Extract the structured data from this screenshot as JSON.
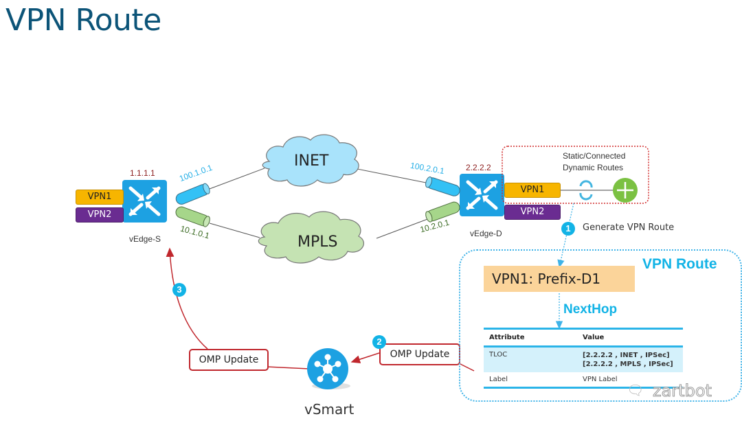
{
  "title": "VPN Route",
  "nodes": {
    "vedge_s": {
      "name": "vEdge-S",
      "system_ip": "1.1.1.1",
      "inet_ip": "100.1.0.1",
      "mpls_ip": "10.1.0.1",
      "vpns": [
        "VPN1",
        "VPN2"
      ]
    },
    "vedge_d": {
      "name": "vEdge-D",
      "system_ip": "2.2.2.2",
      "inet_ip": "100.2.0.1",
      "mpls_ip": "10.2.0.1",
      "vpns": [
        "VPN1",
        "VPN2"
      ]
    },
    "vsmart": {
      "name": "vSmart"
    }
  },
  "clouds": {
    "inet": "INET",
    "mpls": "MPLS"
  },
  "local_routes": {
    "line1": "Static/Connected",
    "line2": "Dynamic Routes"
  },
  "steps": [
    {
      "num": "1",
      "label": "Generate VPN Route"
    },
    {
      "num": "2",
      "label": "OMP Update"
    },
    {
      "num": "3",
      "label": "OMP Update"
    }
  ],
  "route_panel": {
    "title": "VPN Route",
    "prefix": "VPN1: Prefix-D1",
    "nexthop_label": "NextHop",
    "table": {
      "headers": [
        "Attribute",
        "Value"
      ],
      "rows": [
        {
          "attribute": "TLOC",
          "values": [
            "[2.2.2.2 , INET , IPSec]",
            "[2.2.2.2 , MPLS , IPSec]"
          ]
        },
        {
          "attribute": "Label",
          "values": [
            "VPN Label"
          ]
        }
      ]
    }
  },
  "watermark": "zartbot",
  "colors": {
    "title": "#0c5478",
    "accent": "#12b3e6",
    "omp": "#c0272d",
    "vpn1": "#f7b500",
    "vpn2": "#6a2c91",
    "inet": "#a9e3fb",
    "mpls": "#c5e3b3"
  }
}
